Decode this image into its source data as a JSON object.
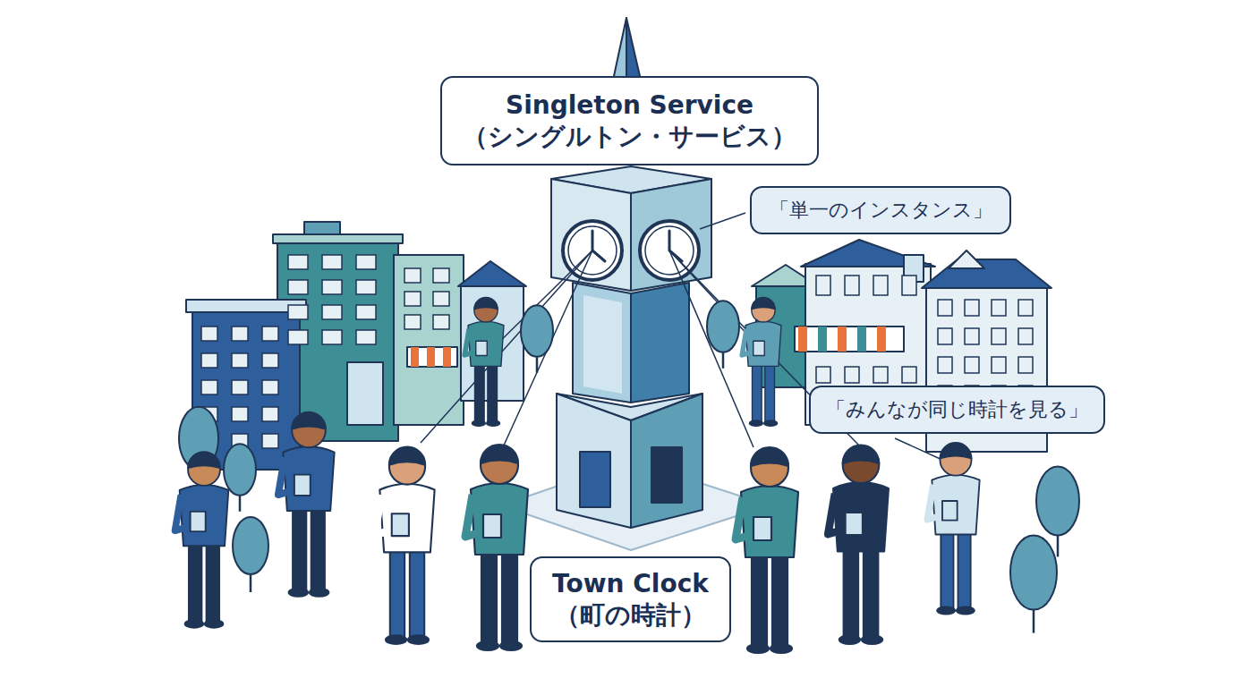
{
  "diagram": {
    "nodes": [
      {
        "text": [
          "Singleton Service",
          "（シングルトン・サービス）"
        ]
      },
      {
        "text": [
          "「単一のインスタンス」"
        ]
      },
      {
        "text": [
          "「みんなが同じ時計を見る」"
        ]
      },
      {
        "text": [
          "Town Clock",
          "（町の時計）"
        ]
      }
    ]
  }
}
